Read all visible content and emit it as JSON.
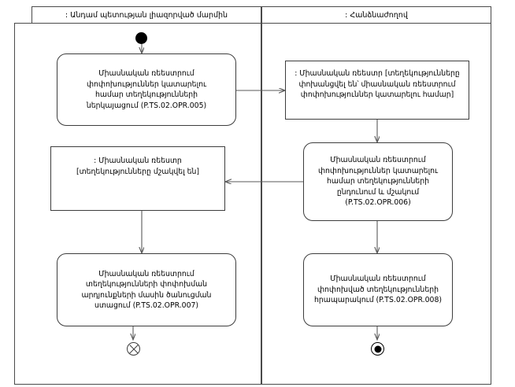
{
  "diagram": {
    "type": "uml-activity-diagram",
    "title": "",
    "lanes": [
      {
        "id": "member-state",
        "label": ": Անդամ պետության լիազորված մարմին"
      },
      {
        "id": "commission",
        "label": ": Հանձնաժողով"
      }
    ]
  },
  "nodes": {
    "start": {
      "kind": "initial-node",
      "label": ""
    },
    "left_action_1": {
      "kind": "action",
      "label": "Միասնական ռեեստրում\nփոփոխություններ կատարելու\nհամար տեղեկությունների\nներկայացում (P.TS.02.OPR.005)"
    },
    "right_object_1": {
      "kind": "object",
      "label": ": Միասնական ռեեստր [տեղեկությունները\nփոխանցվել են՝ միասնական ռեեստրում\nփոփոխություններ կատարելու համար]"
    },
    "right_action_2": {
      "kind": "action",
      "label": "Միասնական ռեեստրում\nփոփոխություններ կատարելու\nհամար տեղեկությունների\nընդունում և մշակում\n(P.TS.02.OPR.006)"
    },
    "left_object_2": {
      "kind": "object",
      "label": ": Միասնական ռեեստր\n[տեղեկությունները մշակվել են]"
    },
    "left_action_3": {
      "kind": "action",
      "label": "Միասնական ռեեստրում\nտեղեկությունների փոփոխման\nարդյունքների մասին ծանուցման\nստացում (P.TS.02.OPR.007)"
    },
    "right_action_3": {
      "kind": "action",
      "label": "Միասնական ռեեստրում\nփոփոխված տեղեկությունների\nհրապարակում (P.TS.02.OPR.008)"
    },
    "left_end": {
      "kind": "flow-final-node",
      "label": ""
    },
    "right_end": {
      "kind": "activity-final-node",
      "label": ""
    }
  },
  "colors": {
    "frame": "#4a4a4a",
    "node_border": "#3d3d3d",
    "edge": "#5a5a5a",
    "node_fill": "#ffffff",
    "text": "#000000",
    "control_node": "#000000"
  }
}
